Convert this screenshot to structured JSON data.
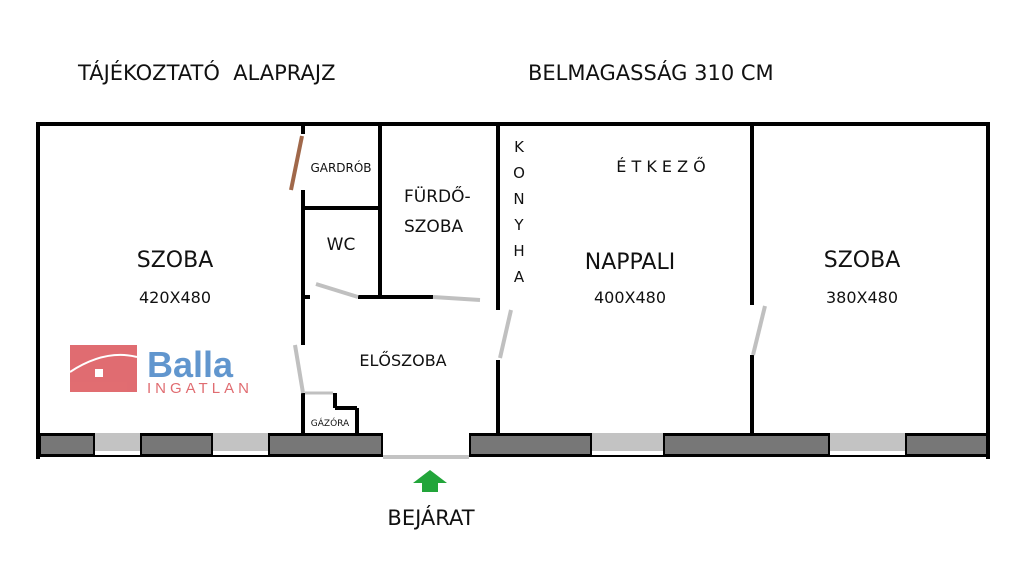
{
  "header": {
    "title": "TÁJÉKOZTATÓ  ALAPRAJZ",
    "ceiling_height": "BELMAGASSÁG 310 CM"
  },
  "rooms": {
    "left_room": {
      "name": "SZOBA",
      "size": "420X480"
    },
    "wardrobe": {
      "name": "GARDRÓB"
    },
    "wc": {
      "name": "WC"
    },
    "bathroom": {
      "line1": "FÜRDŐ-",
      "line2": "SZOBA"
    },
    "kitchen": {
      "letters": [
        "K",
        "O",
        "N",
        "Y",
        "H",
        "A"
      ]
    },
    "dining": {
      "name": "É T K E Z Ő"
    },
    "living": {
      "name": "NAPPALI",
      "size": "400X480"
    },
    "right_room": {
      "name": "SZOBA",
      "size": "380X480"
    },
    "hall": {
      "name": "ELŐSZOBA"
    },
    "gas_meter": {
      "name": "GÁZÓRA"
    }
  },
  "entrance": {
    "label": "BEJÁRAT"
  },
  "watermark": {
    "brand": "Balla",
    "sub": "INGATLAN"
  },
  "colors": {
    "wall": "#000000",
    "window_frame": "#777777",
    "glass": "#c3c3c3",
    "door": "#c0c0c0",
    "wardrobe_door": "#a0684a",
    "arrow": "#22a53a",
    "logo_red": "#d9484e",
    "logo_blue": "#3a7cc2"
  }
}
